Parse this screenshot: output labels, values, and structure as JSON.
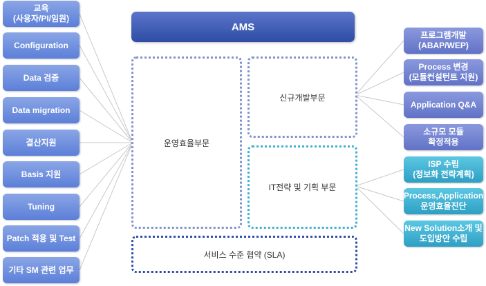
{
  "ams": {
    "title": "AMS"
  },
  "left_items": [
    {
      "label": "교육\n(사용자/PI/임원)"
    },
    {
      "label": "Configuration"
    },
    {
      "label": "Data 검증"
    },
    {
      "label": "Data migration"
    },
    {
      "label": "결산지원"
    },
    {
      "label": "Basis 지원"
    },
    {
      "label": "Tuning"
    },
    {
      "label": "Patch 적용 및 Test"
    },
    {
      "label": "기타 SM 관련 업무"
    }
  ],
  "center": {
    "operation": "운영효율부문",
    "new_dev": "신규개발부문",
    "it_strategy": "IT전략 및 기획 부문",
    "sla": "서비스 수준 협약 (SLA)"
  },
  "right_new_dev_items": [
    {
      "label": "프로그램개발\n(ABAP/WEP)"
    },
    {
      "label": "Process 변경\n(모듈컨설턴트 지원)"
    },
    {
      "label": "Application Q&A"
    },
    {
      "label": "소규모 모듈\n확정적용"
    }
  ],
  "right_it_items": [
    {
      "label": "ISP 수립\n(정보화 전략계획)"
    },
    {
      "label": "Process,Application\n운영효율진단"
    },
    {
      "label": "New Solution소개 및\n도입방안 수립"
    }
  ],
  "colors": {
    "left_box": "#6f8fdf",
    "right_new_dev_box": "#7585d2",
    "right_it_box": "#3fb0d2",
    "ams_header": "#2f4da6",
    "connector": "#c8c8c8"
  }
}
